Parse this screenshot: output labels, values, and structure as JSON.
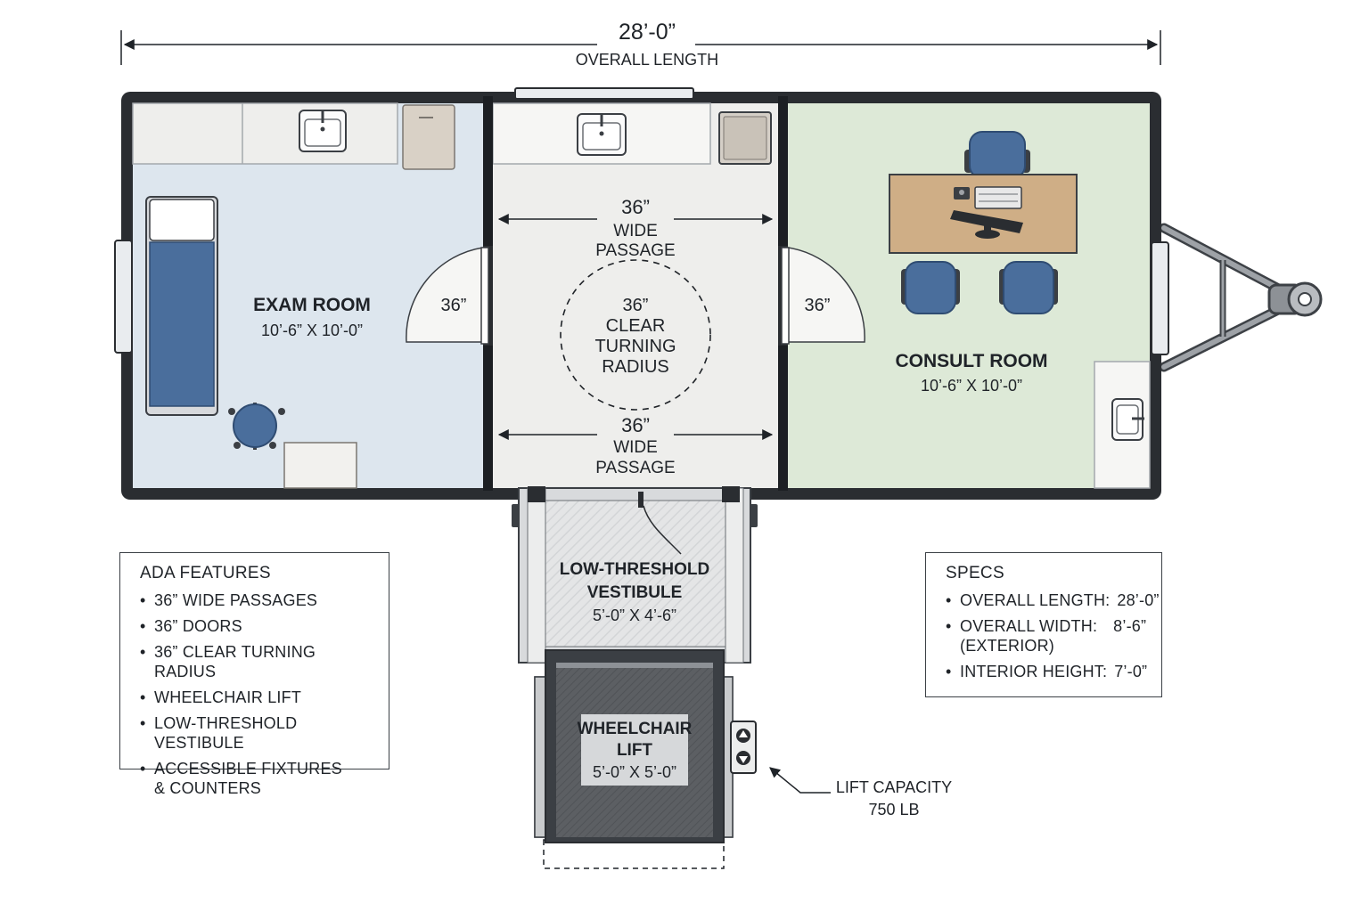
{
  "dimension": {
    "overall_value": "28’-0”",
    "overall_label": "OVERALL LENGTH"
  },
  "rooms": {
    "exam": {
      "name": "EXAM ROOM",
      "size": "10’-6” X 10’-0”"
    },
    "consult": {
      "name": "CONSULT ROOM",
      "size": "10’-6” X 10’-0”"
    },
    "vestibule": {
      "name_line1": "LOW-THRESHOLD",
      "name_line2": "VESTIBULE",
      "size": "5’-0” X 4’-6”"
    },
    "lift": {
      "name_line1": "WHEELCHAIR",
      "name_line2": "LIFT",
      "size": "5’-0” X 5’-0”"
    }
  },
  "passage_top": {
    "value": "36”",
    "line1": "WIDE",
    "line2": "PASSAGE"
  },
  "passage_bottom": {
    "value": "36”",
    "line1": "WIDE",
    "line2": "PASSAGE"
  },
  "turning": {
    "line1": "36”",
    "line2": "CLEAR",
    "line3": "TURNING",
    "line4": "RADIUS"
  },
  "doors": {
    "left": "36”",
    "right": "36”"
  },
  "lift_capacity": {
    "line1": "LIFT CAPACITY",
    "line2": "750 LB"
  },
  "ada": {
    "title": "ADA FEATURES",
    "items": [
      "36” WIDE PASSAGES",
      "36” DOORS",
      "36” CLEAR TURNING RADIUS",
      "WHEELCHAIR LIFT",
      "LOW-THRESHOLD VESTIBULE",
      "ACCESSIBLE FIXTURES & COUNTERS"
    ]
  },
  "specs": {
    "title": "SPECS",
    "length_label": "OVERALL LENGTH:",
    "length_value": "28’-0”",
    "width_label": "OVERALL WIDTH:",
    "width_value": "8’-6”",
    "width_note": "(EXTERIOR)",
    "height_label": "INTERIOR HEIGHT:",
    "height_value": "7’-0”"
  },
  "colors": {
    "exam_floor": "#dde6ee",
    "center_floor": "#eeeeec",
    "consult_floor": "#dde9d7",
    "furniture_blue": "#4a6e9c",
    "desk_wood": "#cfae86",
    "wall": "#1c1f23",
    "lift_platform": "#5a5d61"
  },
  "icons": [
    "sink-icon",
    "exam-table-icon",
    "stool-icon",
    "chair-icon",
    "computer-icon",
    "up-arrow-icon",
    "down-arrow-icon",
    "hitch-icon"
  ]
}
